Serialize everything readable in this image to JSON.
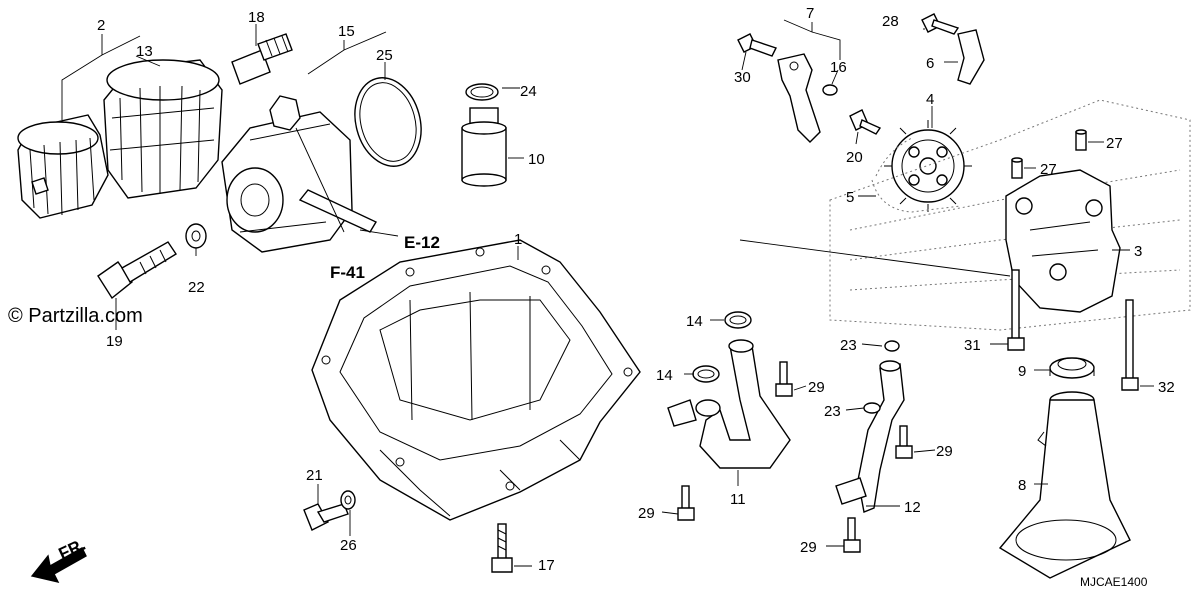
{
  "brand": {
    "text": "© Partzilla.com"
  },
  "diagram_code": "MJCAE1400",
  "direction": {
    "text": "FR."
  },
  "references": {
    "e12": "E-12",
    "f41": "F-41"
  },
  "callouts": {
    "c2": "2",
    "c13": "13",
    "c18": "18",
    "c15": "15",
    "c25": "25",
    "c24": "24",
    "c10": "10",
    "c7": "7",
    "c28": "28",
    "c6": "6",
    "c16": "16",
    "c30": "30",
    "c4": "4",
    "c20": "20",
    "c5": "5",
    "c27a": "27",
    "c27b": "27",
    "c3": "3",
    "c1": "1",
    "c22": "22",
    "c19": "19",
    "c14a": "14",
    "c14b": "14",
    "c29a": "29",
    "c23a": "23",
    "c23b": "23",
    "c29b": "29",
    "c31": "31",
    "c9": "9",
    "c32": "32",
    "c8": "8",
    "c21": "21",
    "c26": "26",
    "c17": "17",
    "c11": "11",
    "c29c": "29",
    "c12": "12",
    "c29d": "29"
  }
}
